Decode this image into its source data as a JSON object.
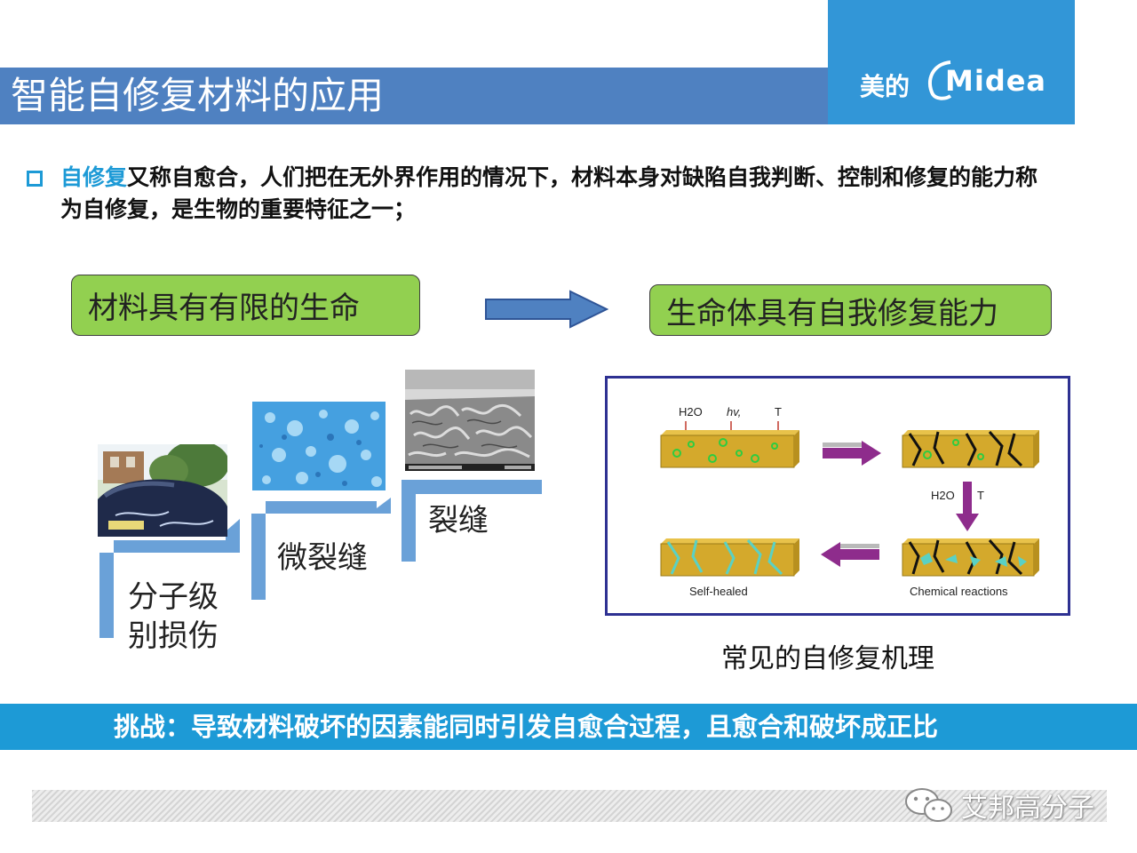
{
  "header": {
    "title": "智能自修复材料的应用",
    "logo_cn": "美的",
    "logo_en": "Midea"
  },
  "intro": {
    "highlight": "自修复",
    "text": "又称自愈合，人们把在无外界作用的情况下，材料本身对缺陷自我判断、控制和修复的能力称为自修复，是生物的重要特征之一；"
  },
  "comparison": {
    "left": "材料具有有限的生命",
    "right": "生命体具有自我修复能力"
  },
  "damage_levels": [
    {
      "label": "分子级\n别损伤"
    },
    {
      "label": "微裂缝"
    },
    {
      "label": "裂缝"
    }
  ],
  "diagram": {
    "caption": "常见的自修复机理",
    "stimulus_labels": [
      "H2O",
      "hv,",
      "T"
    ],
    "down_labels": [
      "H2O",
      "T"
    ],
    "self_healed_label": "Self-healed",
    "chemical_label": "Chemical reactions"
  },
  "challenge": "挑战：导致材料破坏的因素能同时引发自愈合过程，且愈合和破坏成正比",
  "watermark": "艾邦高分子",
  "colors": {
    "title_bar": "#4f81c1",
    "logo_box": "#3296d7",
    "accent": "#1d9ad6",
    "green_box": "#92d050",
    "stair": "#6aa1d8",
    "material": "#d4a92c",
    "crack": "#111111",
    "healed": "#5ad1c4",
    "diagram_arrow": "#8e2c8c",
    "diagram_border": "#2e3192"
  }
}
